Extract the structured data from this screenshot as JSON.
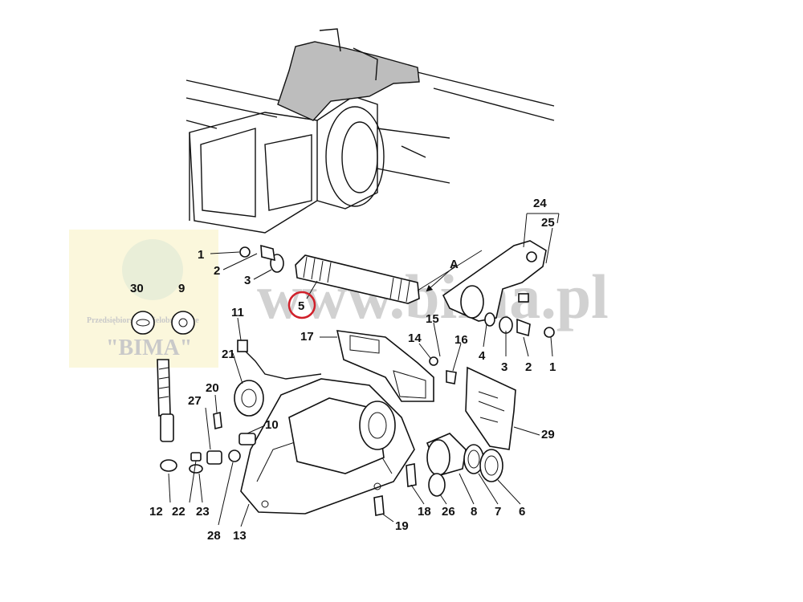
{
  "watermark": {
    "site": "www.bima.pl",
    "company_line": "Przedsiębiorstwo wielobranżowe",
    "brand": "\"BIMA\""
  },
  "callouts": {
    "p1a": "1",
    "p2a": "2",
    "p3a": "3",
    "p5": "5",
    "p11": "11",
    "p30": "30",
    "p9": "9",
    "p21": "21",
    "p20": "20",
    "p27": "27",
    "p10": "10",
    "p12": "12",
    "p22": "22",
    "p23": "23",
    "p28": "28",
    "p13": "13",
    "p17": "17",
    "p14": "14",
    "p15": "15",
    "p16": "16",
    "p4": "4",
    "p3b": "3",
    "p2b": "2",
    "p1b": "1",
    "p24": "24",
    "p25": "25",
    "p29": "29",
    "p18": "18",
    "p19": "19",
    "p26": "26",
    "p8": "8",
    "p7": "7",
    "p6": "6",
    "arrow_a": "A"
  },
  "colors": {
    "ink": "#111111",
    "highlight_ring": "#d0202a",
    "watermark_box": "#fbf7dc",
    "watermark_text": "#c9c9c9"
  }
}
